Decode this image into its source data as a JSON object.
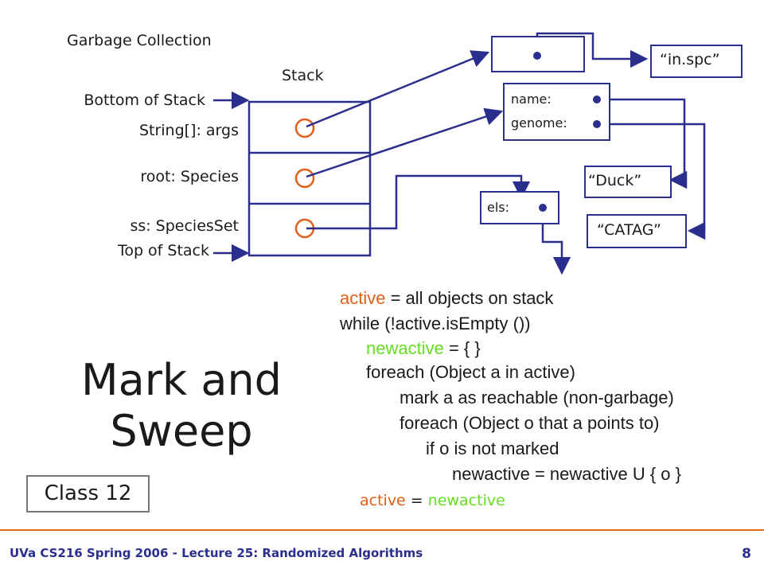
{
  "slide": {
    "heading": "Garbage Collection",
    "title_line1": "Mark and",
    "title_line2": "Sweep",
    "class_label": "Class 12",
    "page_number": "8"
  },
  "footer": {
    "text": "UVa CS216 Spring 2006 - Lecture 25: Randomized Algorithms"
  },
  "stack": {
    "title": "Stack",
    "bottom_label": "Bottom of Stack",
    "top_label": "Top of Stack",
    "slots": [
      "String[]: args",
      "root: Species",
      "ss: SpeciesSet"
    ]
  },
  "heap": {
    "species_fields": [
      "name:",
      "genome:"
    ],
    "els_label": "els:",
    "strings": [
      "“in.spc”",
      "“Duck”",
      "“CATAG”"
    ]
  },
  "code": {
    "line1_kw": "active",
    "line1_rest": " = all objects on stack",
    "line2": "while (!active.isEmpty ())",
    "line3_kw": "newactive",
    "line3_rest": " = { }",
    "line4": "foreach (Object a in active)",
    "line5": "mark a as reachable (non-garbage)",
    "line6": "foreach (Object o that a points to)",
    "line7": "if o is not marked",
    "line8": "newactive = newactive U { o }",
    "line9_kw1": "active",
    "line9_mid": " = ",
    "line9_kw2": "newactive"
  },
  "colors": {
    "pointer_blue": "#2a2e8c",
    "root_orange": "#e0601a",
    "new_green": "#66dd22",
    "footer_rule": "#e06a1a"
  }
}
